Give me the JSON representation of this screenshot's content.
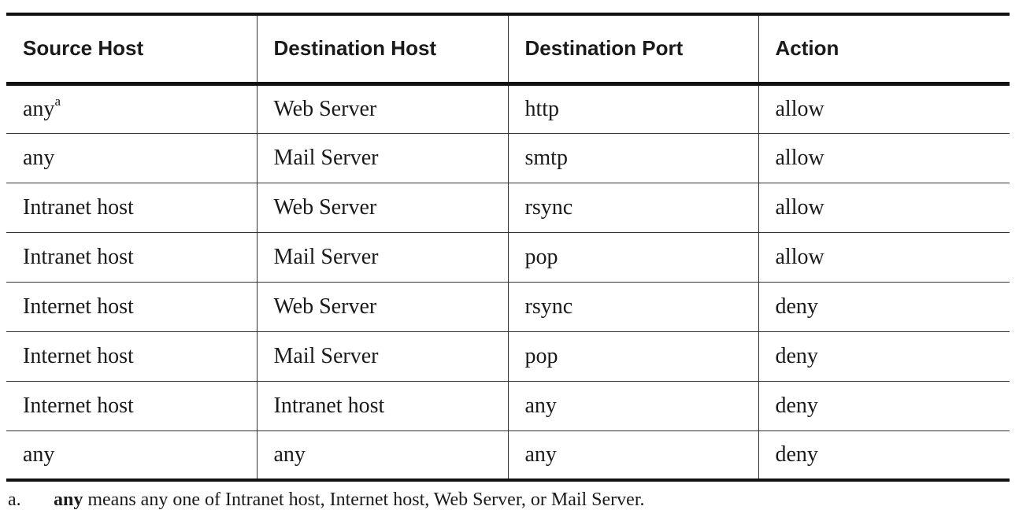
{
  "table": {
    "headers": [
      "Source Host",
      "Destination Host",
      "Destination Port",
      "Action"
    ],
    "rows": [
      {
        "source": "any",
        "source_note": "a",
        "destination": "Web Server",
        "port": "http",
        "action": "allow"
      },
      {
        "source": "any",
        "destination": "Mail Server",
        "port": "smtp",
        "action": "allow"
      },
      {
        "source": "Intranet host",
        "destination": "Web Server",
        "port": "rsync",
        "action": "allow"
      },
      {
        "source": "Intranet host",
        "destination": "Mail Server",
        "port": "pop",
        "action": "allow"
      },
      {
        "source": "Internet host",
        "destination": "Web Server",
        "port": "rsync",
        "action": "deny"
      },
      {
        "source": "Internet host",
        "destination": "Mail Server",
        "port": "pop",
        "action": "deny"
      },
      {
        "source": "Internet host",
        "destination": "Intranet host",
        "port": "any",
        "action": "deny"
      },
      {
        "source": "any",
        "destination": "any",
        "port": "any",
        "action": "deny"
      }
    ]
  },
  "footnote": {
    "marker": "a.",
    "term": "any",
    "text": " means any one of Intranet host, Internet host, Web Server, or Mail Server."
  }
}
